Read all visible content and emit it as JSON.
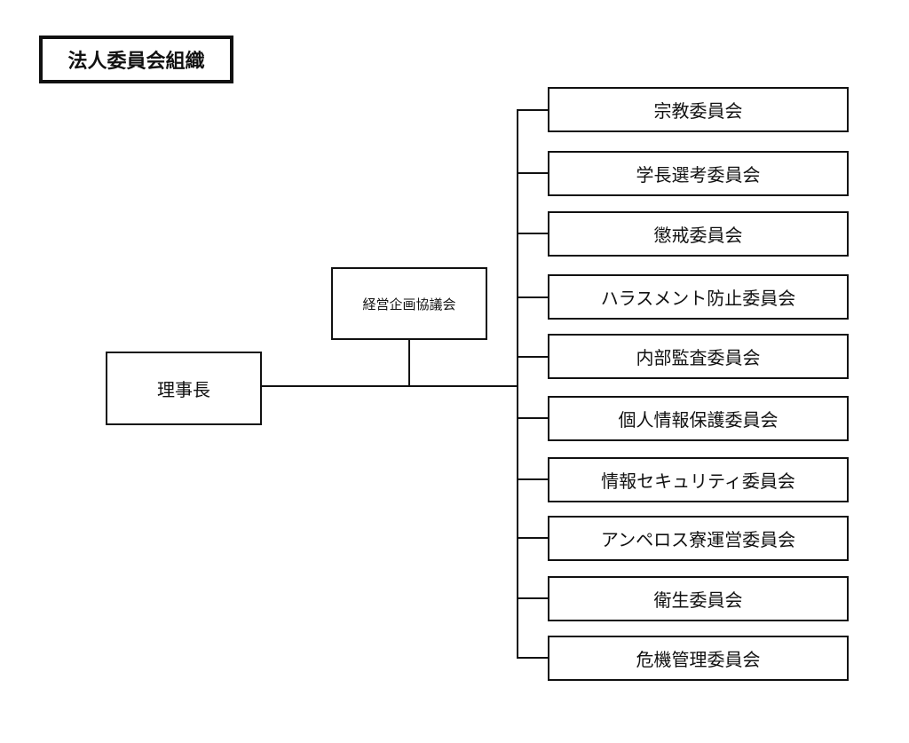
{
  "title": "法人委員会組織",
  "chairman": {
    "label": "理事長"
  },
  "council": {
    "label": "経営企画協議会"
  },
  "committees": [
    {
      "label": "宗教委員会"
    },
    {
      "label": "学長選考委員会"
    },
    {
      "label": "懲戒委員会"
    },
    {
      "label": "ハラスメント防止委員会"
    },
    {
      "label": "内部監査委員会"
    },
    {
      "label": "個人情報保護委員会"
    },
    {
      "label": "情報セキュリティ委員会"
    },
    {
      "label": "アンペロス寮運営委員会"
    },
    {
      "label": "衛生委員会"
    },
    {
      "label": "危機管理委員会"
    }
  ],
  "colors": {
    "line": "#111111",
    "background": "#ffffff"
  }
}
